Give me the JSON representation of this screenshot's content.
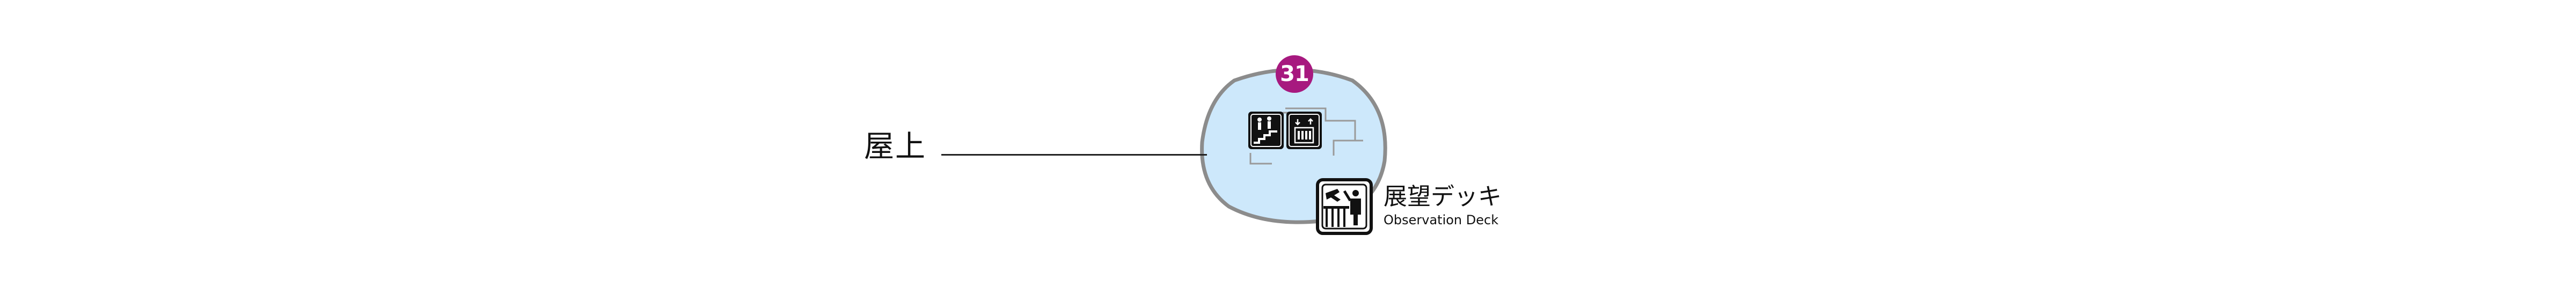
{
  "floor": {
    "label": "屋上",
    "spot_number": "31"
  },
  "facilities": [
    {
      "icon": "escalator-icon"
    },
    {
      "icon": "elevator-icon"
    }
  ],
  "observation_deck": {
    "icon": "observation-deck-icon",
    "name_ja": "展望デッキ",
    "name_en": "Observation Deck"
  },
  "colors": {
    "building_fill": "#cde8fb",
    "building_stroke": "#8c8c8c",
    "badge": "#a7197f",
    "icon_dark": "#111111"
  }
}
